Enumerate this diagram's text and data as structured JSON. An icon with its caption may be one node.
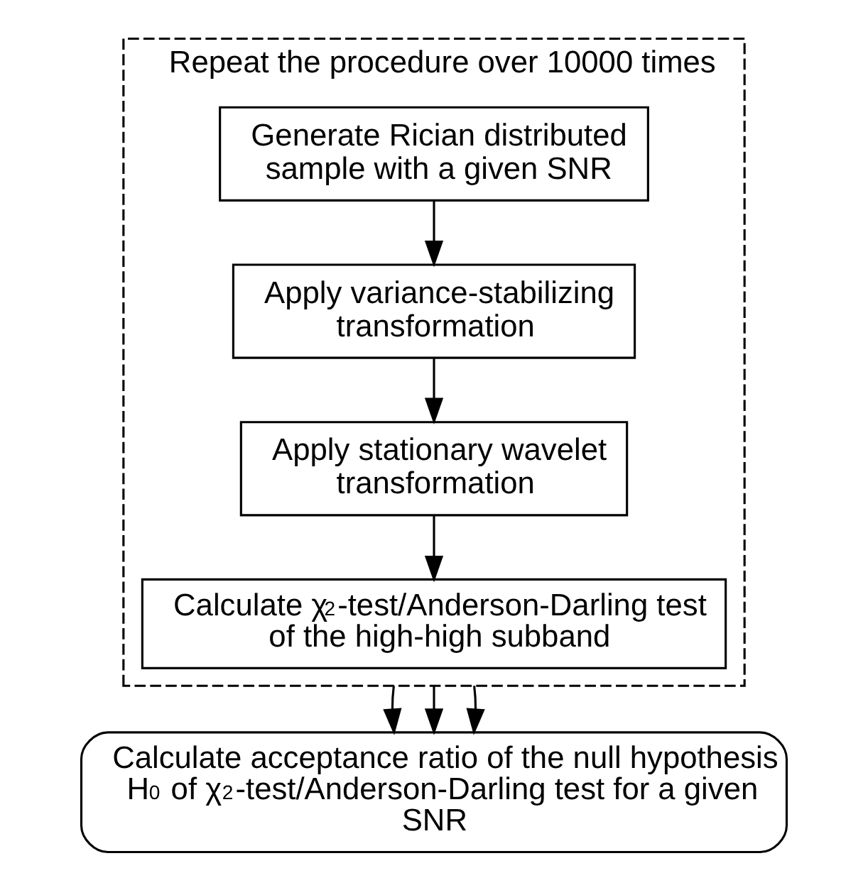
{
  "diagram": {
    "nodes": [
      {
        "text": [
          "Repeat the procedure over 10000 times"
        ]
      },
      {
        "text": [
          "Generate Rician distributed sample with a given SNR"
        ],
        "in": 0
      },
      {
        "text": [
          "Apply variance-stabilizing transformation"
        ],
        "in": 0
      },
      {
        "text": [
          "Apply stationary wavelet transformation"
        ],
        "in": 0
      },
      {
        "text": [
          "Calculate χ$^{2}$-test/Anderson-Darling test of the high-high subband"
        ],
        "in": 0
      },
      {
        "text": [
          "Calculate acceptance ratio of the null hypothesis H$_{0}$ of χ$^{2}$-test/Anderson-Darling test for a given SNR"
        ]
      }
    ],
    "edges": [
      {
        "from": 1,
        "to": 2,
        "arrow": "to"
      },
      {
        "from": 2,
        "to": 3,
        "arrow": "to"
      },
      {
        "from": 3,
        "to": 4,
        "arrow": "to"
      },
      {
        "from": 0,
        "to": 5,
        "arrow": "to"
      },
      {
        "from": 0,
        "to": 5,
        "arrow": "to"
      },
      {
        "from": 0,
        "to": 5,
        "arrow": "to"
      }
    ]
  }
}
